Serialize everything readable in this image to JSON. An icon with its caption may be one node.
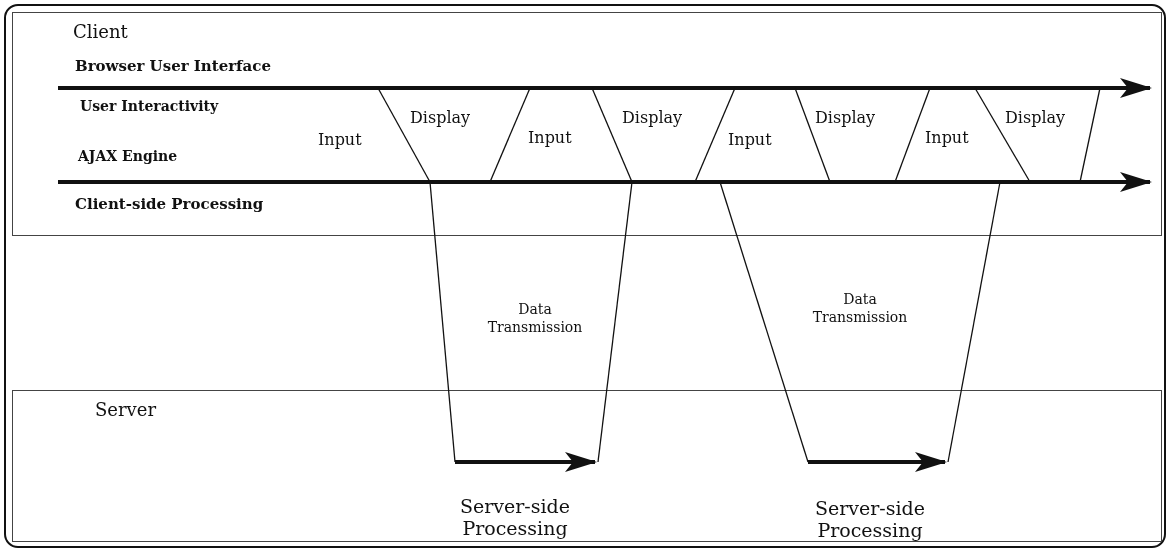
{
  "diagram": {
    "nodes": [
      {
        "text": [
          "Client"
        ]
      },
      {
        "text": [
          "Server"
        ]
      }
    ],
    "edges": [
      {
        "from": 0,
        "to": 1,
        "arrow": "none"
      },
      {
        "from": 0,
        "to": 1,
        "arrow": "none"
      },
      {
        "from": 0,
        "to": 1,
        "arrow": "none"
      },
      {
        "from": 0,
        "to": 1,
        "arrow": "none"
      }
    ],
    "labels": [
      "Browser User Interface",
      "User Interactivity",
      "Input",
      "Display",
      "Input",
      "Display",
      "Input",
      "Display",
      "Input",
      "Display",
      "AJAX Engine",
      "Client-side Processing",
      "Data Transmission",
      "Data Transmission",
      "Server-side Processing",
      "Server-side Processing"
    ]
  }
}
